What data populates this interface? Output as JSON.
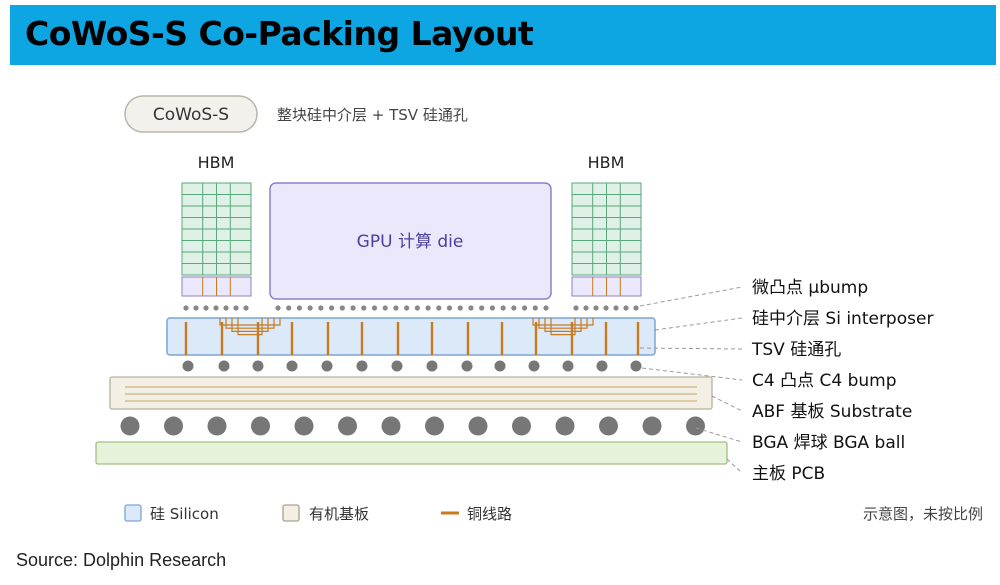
{
  "title": "CoWoS-S Co-Packing Layout",
  "badge": "CoWoS-S",
  "subtitle": "整块硅中介层 + TSV 硅通孔",
  "hbm_left_label": "HBM",
  "hbm_right_label": "HBM",
  "gpu_label": "GPU 计算 die",
  "layer_labels": [
    "微凸点 μbump",
    "硅中介层 Si interposer",
    "TSV 硅通孔",
    "C4 凸点 C4 bump",
    "ABF 基板 Substrate",
    "BGA 焊球 BGA ball",
    "主板 PCB"
  ],
  "legend": {
    "silicon": "硅 Silicon",
    "organic": "有机基板",
    "copper": "铜线路"
  },
  "note": "示意图，未按比例",
  "source": "Source: Dolphin Research",
  "colors": {
    "banner": "#0ea5e3",
    "silicon_fill": "#dbe9f8",
    "silicon_stroke": "#7aa5d8",
    "gpu_fill": "#ece8fb",
    "gpu_stroke": "#8c80c8",
    "hbm_fill": "#dff1e6",
    "hbm_stroke": "#59a77a",
    "copper": "#c77a1e",
    "substrate_fill": "#f3efe4",
    "pcb_fill": "#e6f2d9",
    "ball": "#777777"
  }
}
